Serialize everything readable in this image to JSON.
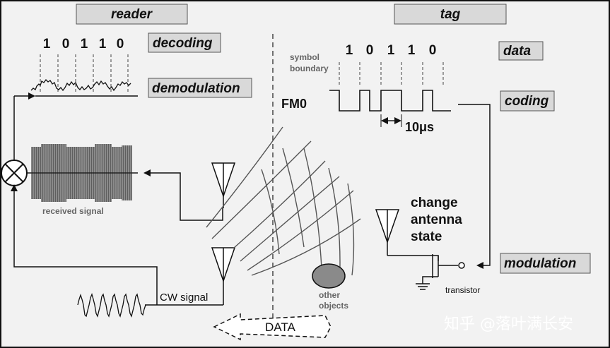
{
  "labels": {
    "reader": "reader",
    "tag": "tag",
    "decoding": "decoding",
    "demodulation": "demodulation",
    "data": "data",
    "coding": "coding",
    "modulation": "modulation",
    "symbol_boundary_line1": "symbol",
    "symbol_boundary_line2": "boundary",
    "fm0": "FM0",
    "duration": "10μs",
    "received_signal": "received signal",
    "cw_signal": "CW signal",
    "change_line1": "change",
    "change_line2": "antenna",
    "change_line3": "state",
    "transistor": "transistor",
    "other_objects_line1": "other",
    "other_objects_line2": "objects",
    "data_arrow": "DATA"
  },
  "reader_bits": [
    "1",
    "0",
    "1",
    "1",
    "0"
  ],
  "tag_bits": [
    "1",
    "0",
    "1",
    "1",
    "0"
  ],
  "watermark": "知乎 @落叶满长安",
  "colors": {
    "background": "#f2f2f2",
    "label_box": "#d9d9d9",
    "line": "#111111",
    "signal_block": "#7a7a7a",
    "waves": "#555555",
    "ellipse": "#8a8a8a"
  }
}
